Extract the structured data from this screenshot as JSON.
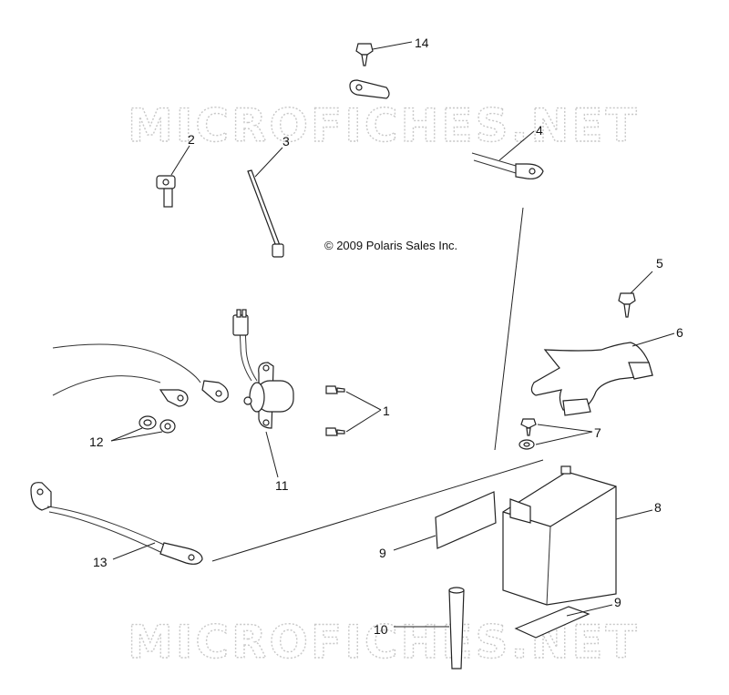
{
  "copyright": "© 2009 Polaris Sales Inc.",
  "watermark": "MICROFICHES.NET",
  "callouts": [
    "1",
    "2",
    "3",
    "4",
    "5",
    "6",
    "7",
    "8",
    "9",
    "9",
    "10",
    "11",
    "12",
    "13",
    "14"
  ],
  "colors": {
    "line": "#222222",
    "watermark": "#c8c8c8",
    "background": "#ffffff"
  }
}
